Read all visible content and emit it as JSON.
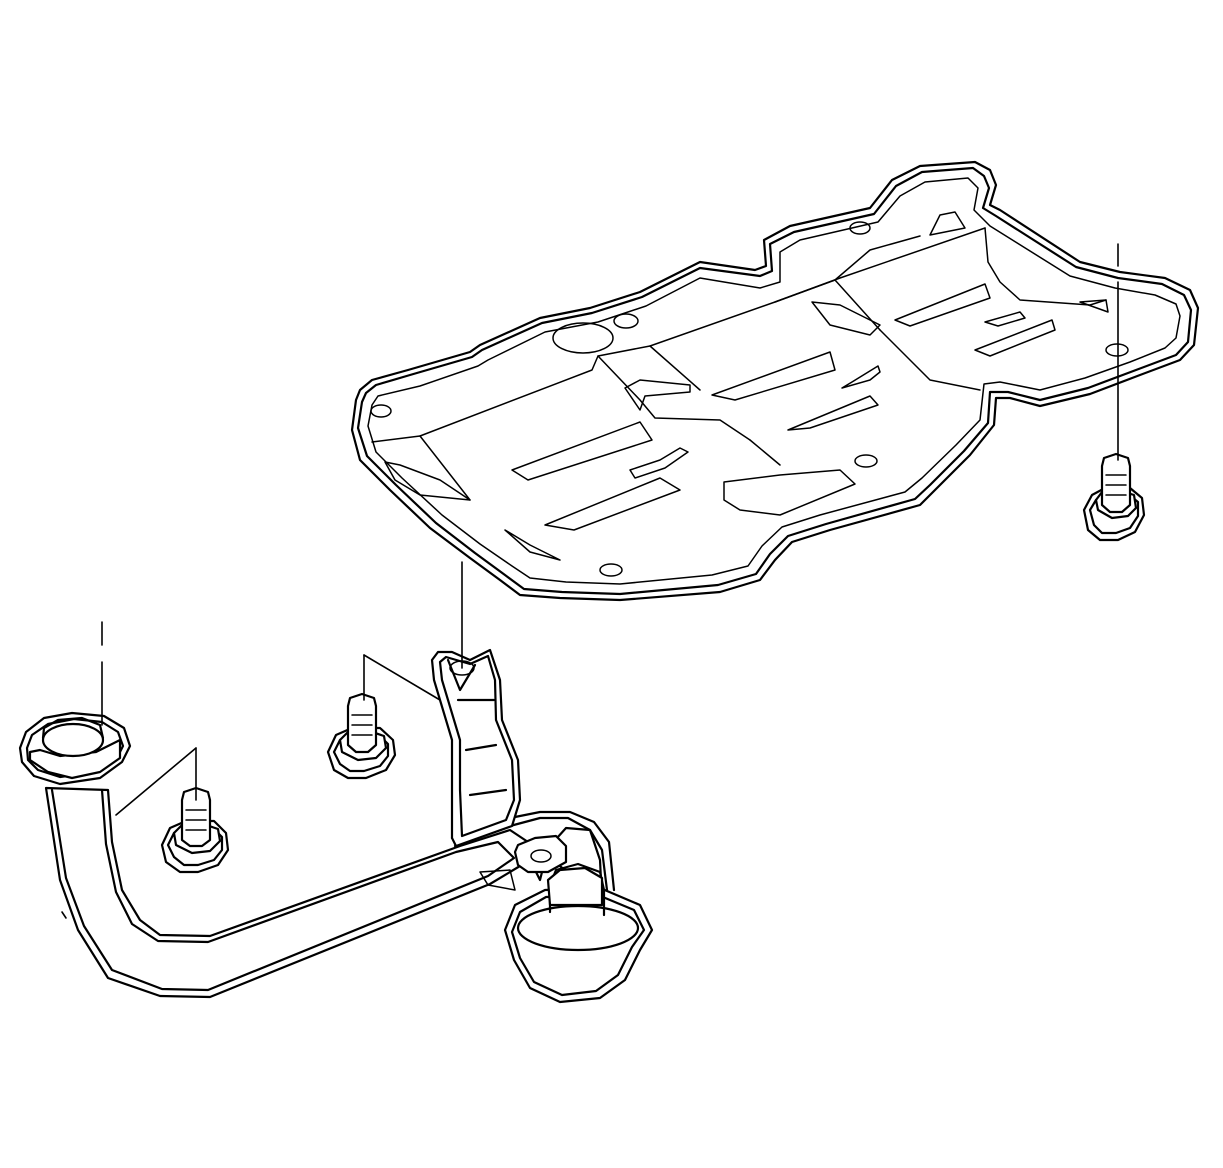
{
  "diagram": {
    "domain": "exploded-view",
    "components": [
      {
        "id": "oil-pan-baffle",
        "label": ""
      },
      {
        "id": "oil-pump-pickup-tube",
        "label": ""
      },
      {
        "id": "bolt",
        "label": ""
      }
    ],
    "colors": {
      "line": "#000000",
      "background": "#ffffff"
    }
  }
}
